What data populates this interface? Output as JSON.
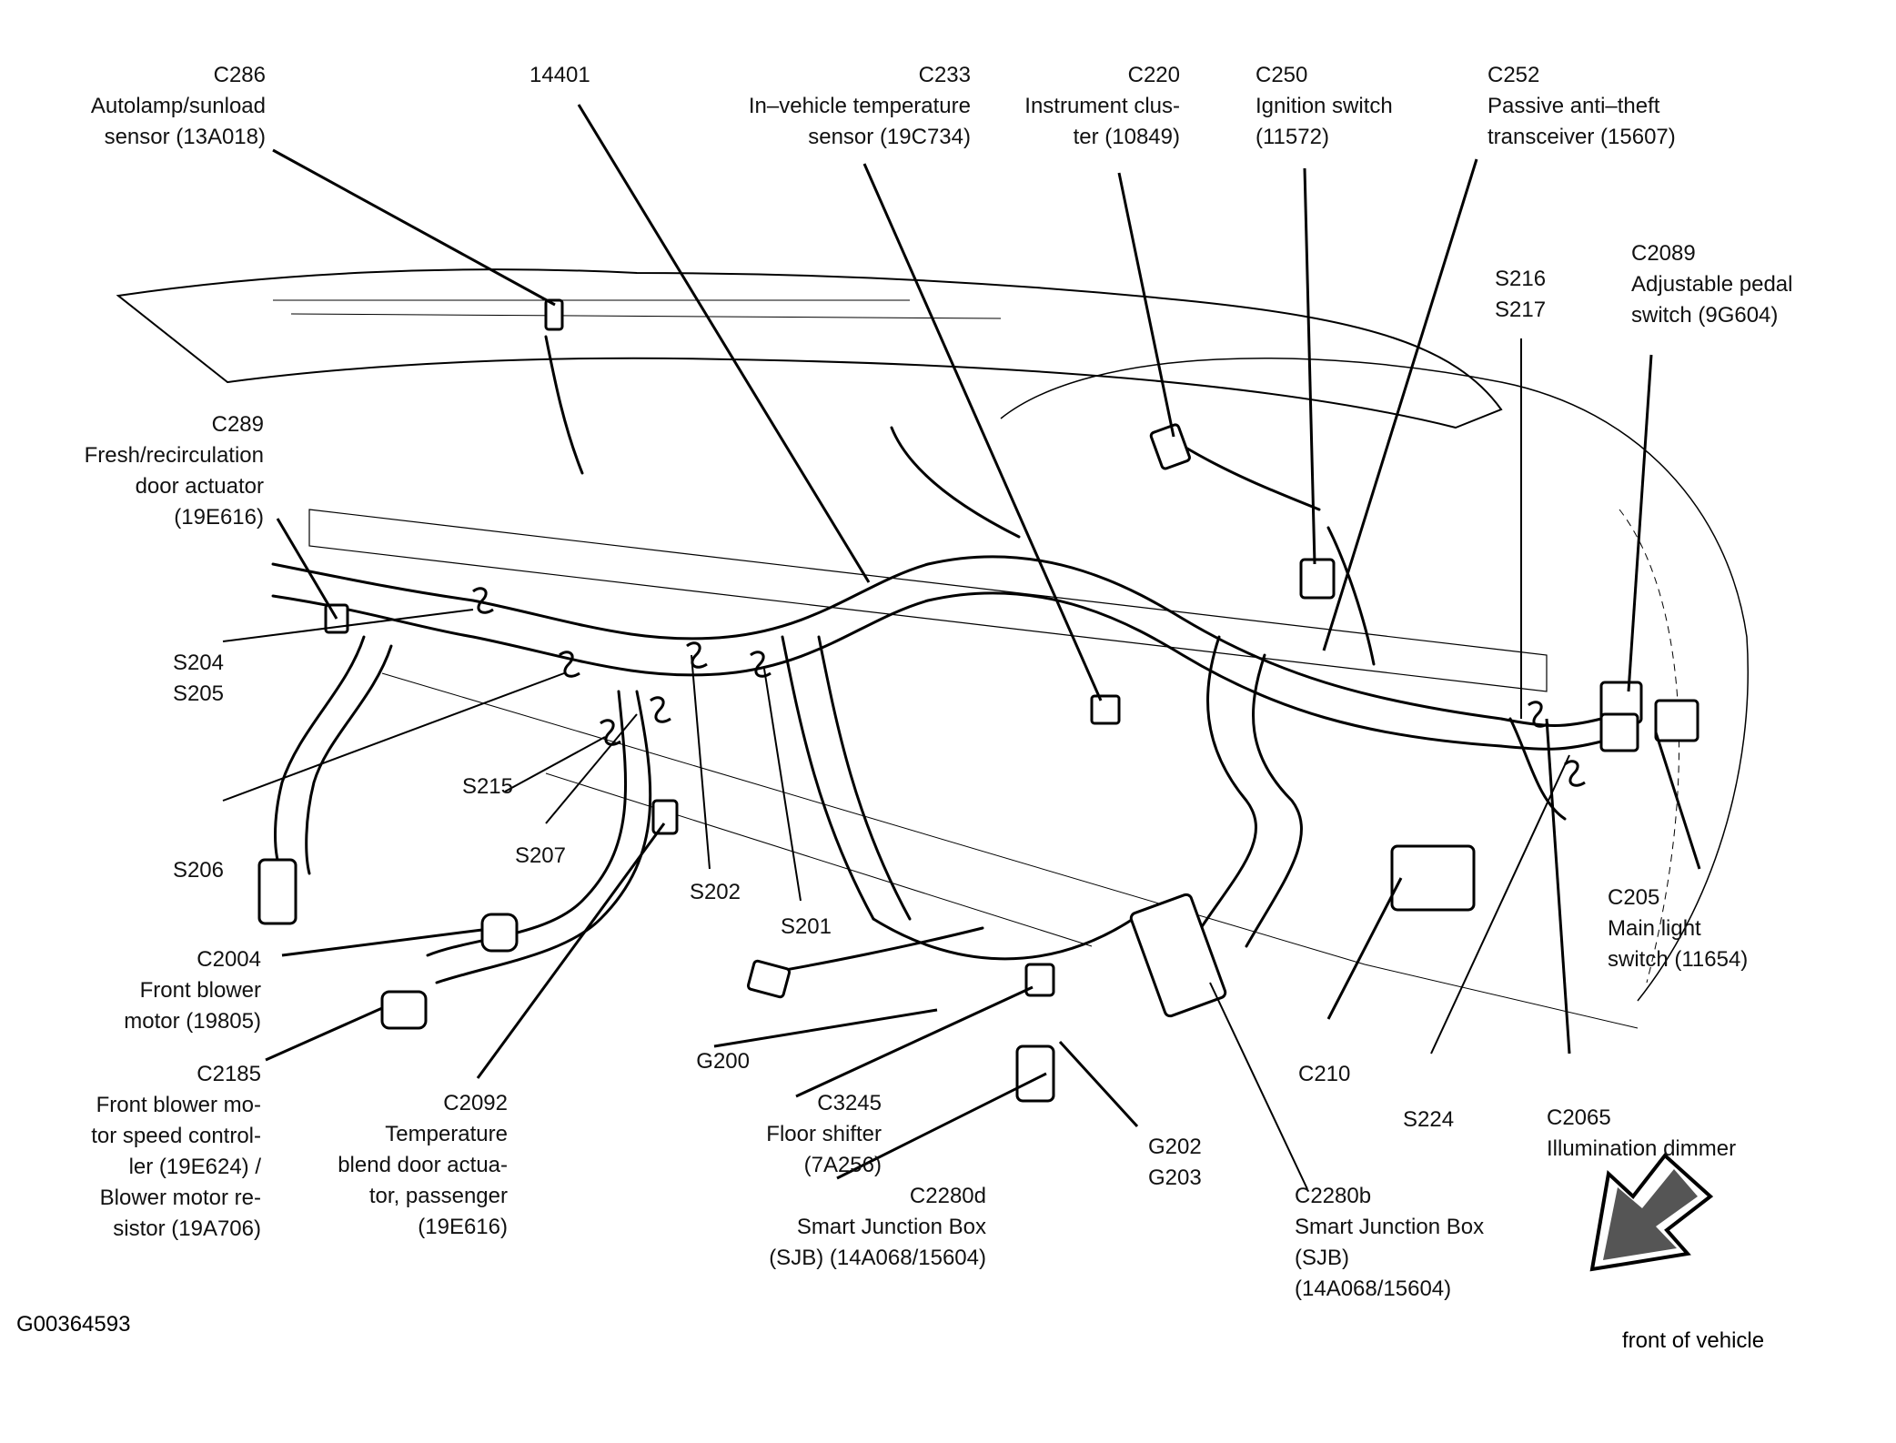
{
  "figure_id": "G00364593",
  "orientation": {
    "text": "front of vehicle",
    "icon": "direction-arrow-icon"
  },
  "callouts": [
    {
      "id": "c286",
      "lines": [
        "C286",
        "Autolamp/sunload",
        "sensor (13A018)"
      ]
    },
    {
      "id": "p14401",
      "lines": [
        "14401"
      ]
    },
    {
      "id": "c233",
      "lines": [
        "C233",
        "In–vehicle temperature",
        "sensor (19C734)"
      ]
    },
    {
      "id": "c220",
      "lines": [
        "C220",
        "Instrument clus-",
        "ter (10849)"
      ]
    },
    {
      "id": "c250",
      "lines": [
        "C250",
        "Ignition switch",
        "(11572)"
      ]
    },
    {
      "id": "c252",
      "lines": [
        "C252",
        "Passive anti–theft",
        "transceiver (15607)"
      ]
    },
    {
      "id": "s216",
      "lines": [
        "S216",
        "S217"
      ]
    },
    {
      "id": "c2089",
      "lines": [
        "C2089",
        "Adjustable pedal",
        "switch (9G604)"
      ]
    },
    {
      "id": "c289",
      "lines": [
        "C289",
        "Fresh/recirculation",
        "door actuator",
        "(19E616)"
      ]
    },
    {
      "id": "s204",
      "lines": [
        "S204",
        "S205"
      ]
    },
    {
      "id": "s215",
      "lines": [
        "S215"
      ]
    },
    {
      "id": "s207",
      "lines": [
        "S207"
      ]
    },
    {
      "id": "s206",
      "lines": [
        "S206"
      ]
    },
    {
      "id": "s202",
      "lines": [
        "S202"
      ]
    },
    {
      "id": "s201",
      "lines": [
        "S201"
      ]
    },
    {
      "id": "c2004",
      "lines": [
        "C2004",
        "Front blower",
        "motor (19805)"
      ]
    },
    {
      "id": "c2185",
      "lines": [
        "C2185",
        "Front blower mo-",
        "tor speed control-",
        "ler (19E624) /",
        "Blower motor re-",
        "sistor (19A706)"
      ]
    },
    {
      "id": "c2092",
      "lines": [
        "C2092",
        "Temperature",
        "blend door actua-",
        "tor, passenger",
        "(19E616)"
      ]
    },
    {
      "id": "g200",
      "lines": [
        "G200"
      ]
    },
    {
      "id": "c3245",
      "lines": [
        "C3245",
        "Floor shifter",
        "(7A256)"
      ]
    },
    {
      "id": "g202",
      "lines": [
        "G202",
        "G203"
      ]
    },
    {
      "id": "c2280d",
      "lines": [
        "C2280d",
        "Smart Junction Box",
        "(SJB) (14A068/15604)"
      ]
    },
    {
      "id": "c2280b",
      "lines": [
        "C2280b",
        "Smart Junction Box",
        "(SJB)",
        "(14A068/15604)"
      ]
    },
    {
      "id": "c210",
      "lines": [
        "C210"
      ]
    },
    {
      "id": "s224",
      "lines": [
        "S224"
      ]
    },
    {
      "id": "c205",
      "lines": [
        "C205",
        "Main light",
        "switch (11654)"
      ]
    },
    {
      "id": "c2065",
      "lines": [
        "C2065",
        "Illumination dimmer"
      ]
    }
  ]
}
